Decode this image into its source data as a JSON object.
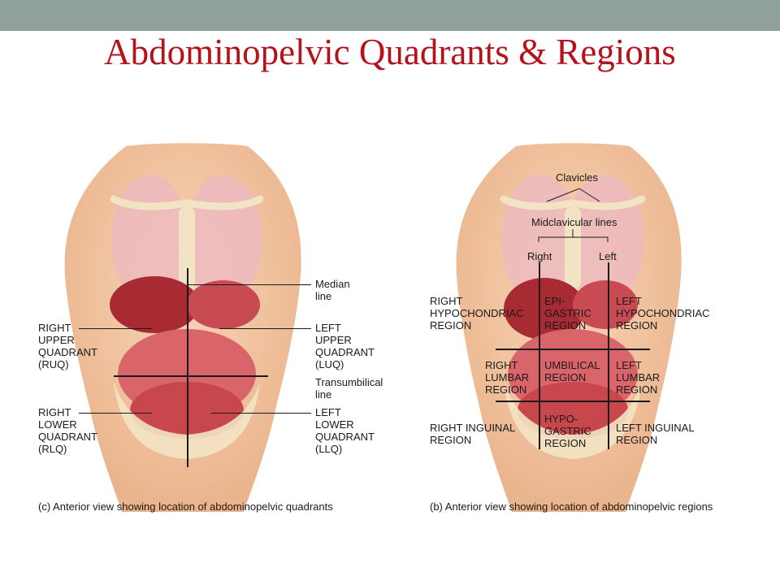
{
  "slide": {
    "title": "Abdominopelvic Quadrants & Regions",
    "colors": {
      "title": "#b5121b",
      "top_bar": "#8fa198",
      "skin": "#f3c7a3",
      "organ": "#c8474d"
    }
  },
  "quadrants_figure": {
    "caption": "(c) Anterior view showing location of abdominopelvic quadrants",
    "labels": {
      "median": [
        "Median",
        "line"
      ],
      "ruq": [
        "RIGHT",
        "UPPER",
        "QUADRANT",
        "(RUQ)"
      ],
      "luq": [
        "LEFT",
        "UPPER",
        "QUADRANT",
        "(LUQ)"
      ],
      "transumbilical": [
        "Transumbilical",
        "line"
      ],
      "rlq": [
        "RIGHT",
        "LOWER",
        "QUADRANT",
        "(RLQ)"
      ],
      "llq": [
        "LEFT",
        "LOWER",
        "QUADRANT",
        "(LLQ)"
      ]
    }
  },
  "regions_figure": {
    "caption": "(b) Anterior view showing location of abdominopelvic regions",
    "labels": {
      "clavicles": "Clavicles",
      "midclavicular": "Midclavicular lines",
      "right": "Right",
      "left": "Left",
      "right_hypochondriac": [
        "RIGHT",
        "HYPOCHONDRIAC",
        "REGION"
      ],
      "epigastric": [
        "EPI-",
        "GASTRIC",
        "REGION"
      ],
      "left_hypochondriac": [
        "LEFT",
        "HYPOCHONDRIAC",
        "REGION"
      ],
      "right_lumbar": [
        "RIGHT",
        "LUMBAR",
        "REGION"
      ],
      "umbilical": [
        "UMBILICAL",
        "REGION"
      ],
      "left_lumbar": [
        "LEFT",
        "LUMBAR",
        "REGION"
      ],
      "right_inguinal": [
        "RIGHT INGUINAL",
        "REGION"
      ],
      "hypogastric": [
        "HYPO-",
        "GASTRIC",
        "REGION"
      ],
      "left_inguinal": [
        "LEFT INGUINAL",
        "REGION"
      ]
    }
  }
}
